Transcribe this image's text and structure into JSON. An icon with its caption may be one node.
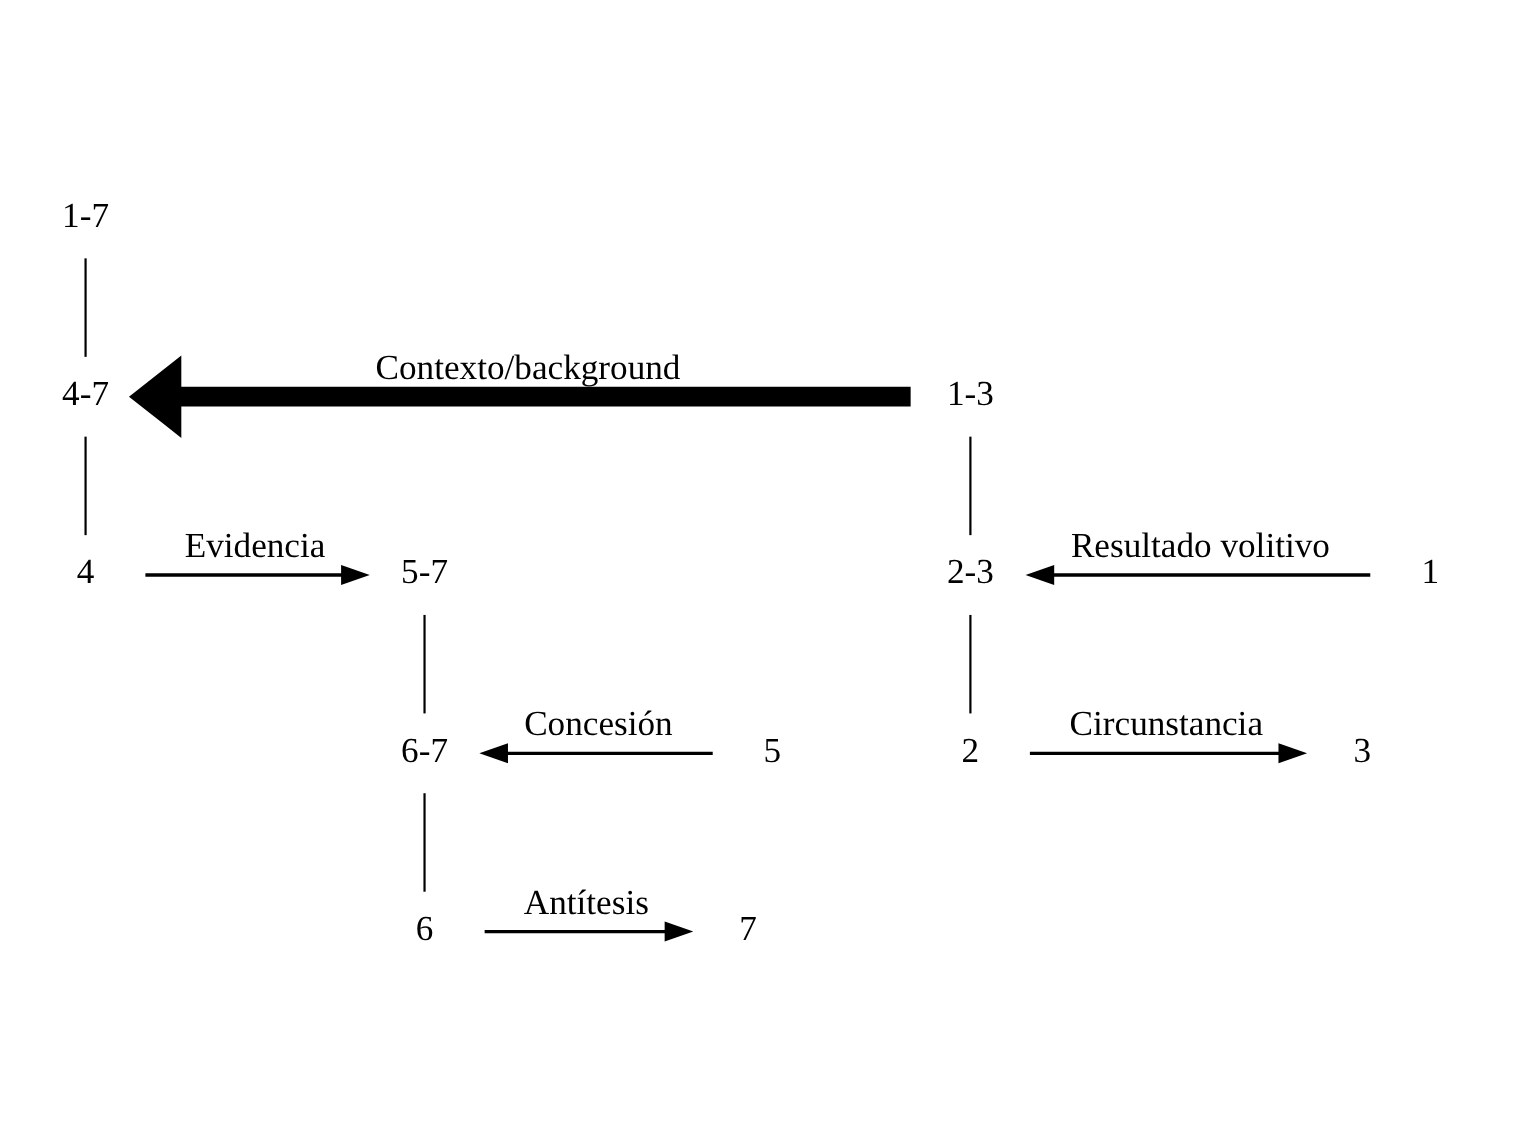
{
  "diagram": {
    "nodes": [
      {
        "text": [
          "1-7"
        ]
      },
      {
        "text": [
          "1-3"
        ]
      },
      {
        "text": [
          "4-7"
        ]
      },
      {
        "text": [
          "1"
        ]
      },
      {
        "text": [
          "2-3"
        ]
      },
      {
        "text": [
          "4"
        ]
      },
      {
        "text": [
          "5-7"
        ]
      },
      {
        "text": [
          "2"
        ]
      },
      {
        "text": [
          "3"
        ]
      },
      {
        "text": [
          "5"
        ]
      },
      {
        "text": [
          "6-7"
        ]
      },
      {
        "text": [
          "6"
        ]
      },
      {
        "text": [
          "7"
        ]
      }
    ],
    "edges": [
      {
        "from": 0,
        "to": 2,
        "arrow": "none"
      },
      {
        "from": 1,
        "to": 2,
        "arrow": "to",
        "label": "Contexto/background",
        "style": "thick"
      },
      {
        "from": 1,
        "to": 4,
        "arrow": "none"
      },
      {
        "from": 3,
        "to": 4,
        "arrow": "to",
        "label": "Resultado volitivo"
      },
      {
        "from": 4,
        "to": 7,
        "arrow": "none"
      },
      {
        "from": 7,
        "to": 8,
        "arrow": "to",
        "label": "Circunstancia"
      },
      {
        "from": 2,
        "to": 5,
        "arrow": "none"
      },
      {
        "from": 5,
        "to": 6,
        "arrow": "to",
        "label": "Evidencia"
      },
      {
        "from": 6,
        "to": 10,
        "arrow": "none"
      },
      {
        "from": 9,
        "to": 10,
        "arrow": "to",
        "label": "Concesión"
      },
      {
        "from": 10,
        "to": 11,
        "arrow": "none"
      },
      {
        "from": 11,
        "to": 12,
        "arrow": "to",
        "label": "Antítesis"
      }
    ]
  }
}
